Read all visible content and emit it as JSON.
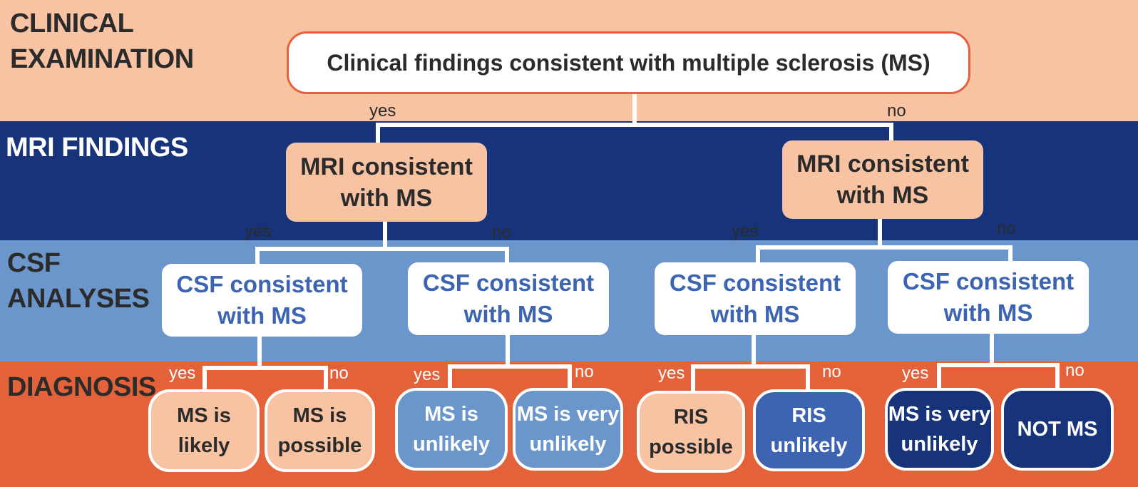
{
  "sections": {
    "clinical": "CLINICAL EXAMINATION",
    "mri": "MRI FINDINGS",
    "csf": "CSF ANALYSES",
    "diagnosis": "DIAGNOSIS"
  },
  "root": "Clinical findings consistent with multiple sclerosis (MS)",
  "branch": {
    "yes": "yes",
    "no": "no"
  },
  "mri_nodes": [
    "MRI consistent with MS",
    "MRI consistent with MS"
  ],
  "csf_nodes": [
    "CSF consistent with MS",
    "CSF consistent with MS",
    "CSF consistent with MS",
    "CSF consistent with MS"
  ],
  "diagnoses": [
    "MS is likely",
    "MS is possible",
    "MS is unlikely",
    "MS is very unlikely",
    "RIS possible",
    "RIS unlikely",
    "MS is very unlikely",
    "NOT MS"
  ],
  "colors": {
    "clinical_band": "#f8c3a2",
    "mri_band": "#17337a",
    "csf_band": "#6a96cc",
    "diagnosis_band": "#e4623a",
    "csf_text": "#3c64b0"
  }
}
